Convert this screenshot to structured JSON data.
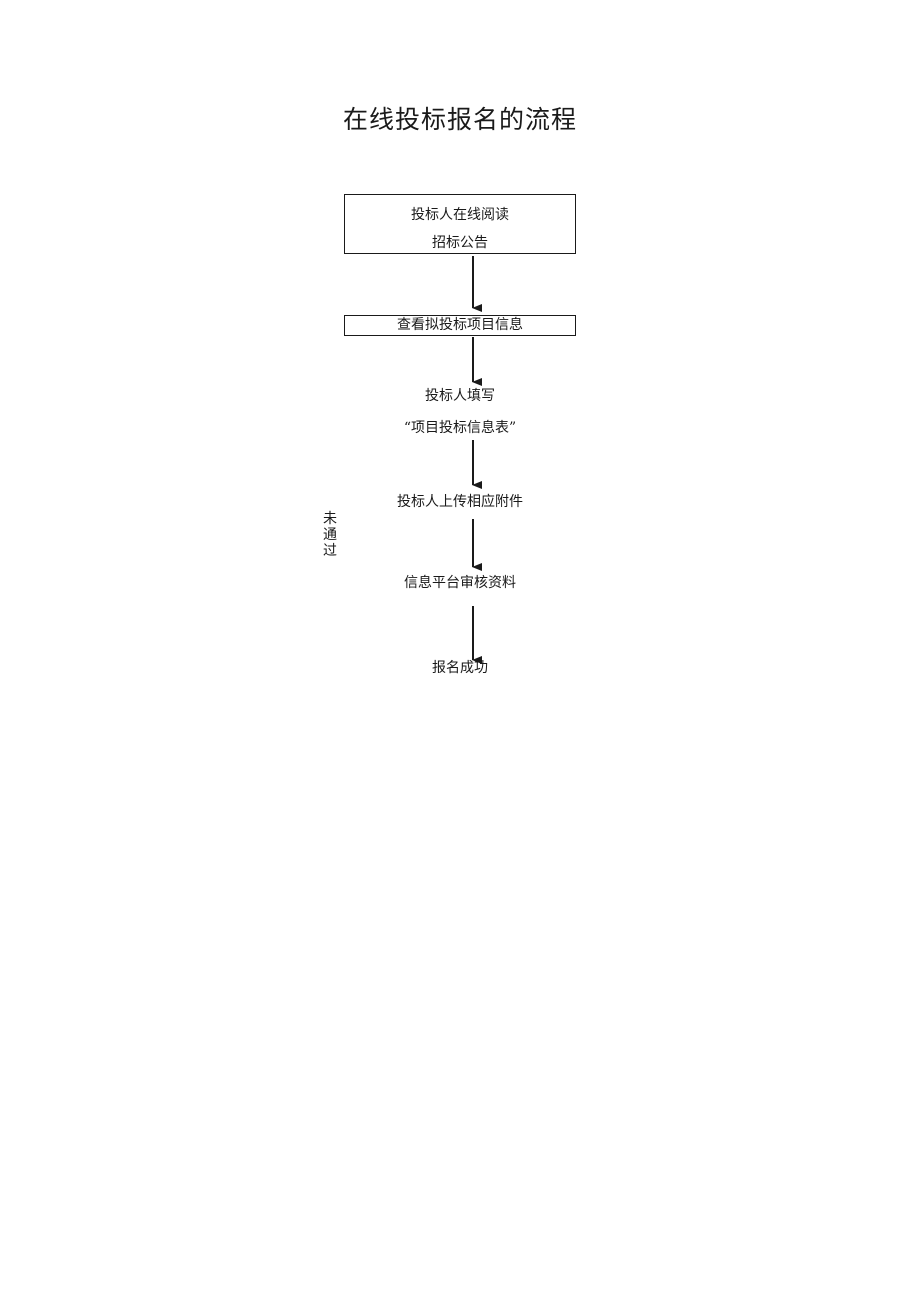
{
  "title": "在线投标报名的流程",
  "steps": {
    "read_notice": [
      "投标人在线阅读",
      "招标公告"
    ],
    "view_project": "查看拟投标项目信息",
    "fill_form": [
      "投标人填写",
      "“项目投标信息表”"
    ],
    "upload": "投标人上传相应附件",
    "review": "信息平台审核资料",
    "success": "报名成功"
  },
  "not_passed_label": [
    "未",
    "通",
    "过"
  ]
}
